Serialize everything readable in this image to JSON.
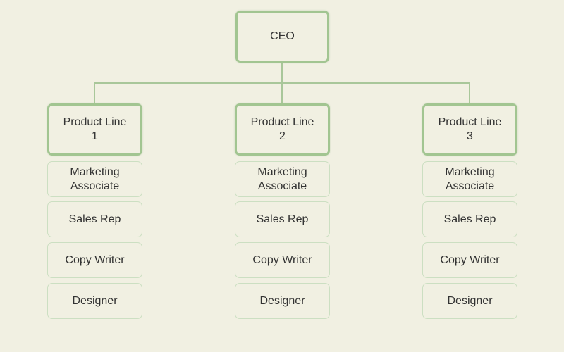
{
  "colors": {
    "background": "#f1f0e2",
    "main_border": "#a2c591",
    "role_border": "#ccdfc2",
    "connector": "#a9c79a",
    "text": "#333333"
  },
  "ceo": {
    "label": "CEO"
  },
  "product_lines": [
    {
      "label": "Product Line\n1",
      "roles": [
        "Marketing\nAssociate",
        "Sales Rep",
        "Copy Writer",
        "Designer"
      ]
    },
    {
      "label": "Product Line\n2",
      "roles": [
        "Marketing\nAssociate",
        "Sales Rep",
        "Copy Writer",
        "Designer"
      ]
    },
    {
      "label": "Product Line\n3",
      "roles": [
        "Marketing\nAssociate",
        "Sales Rep",
        "Copy Writer",
        "Designer"
      ]
    }
  ]
}
